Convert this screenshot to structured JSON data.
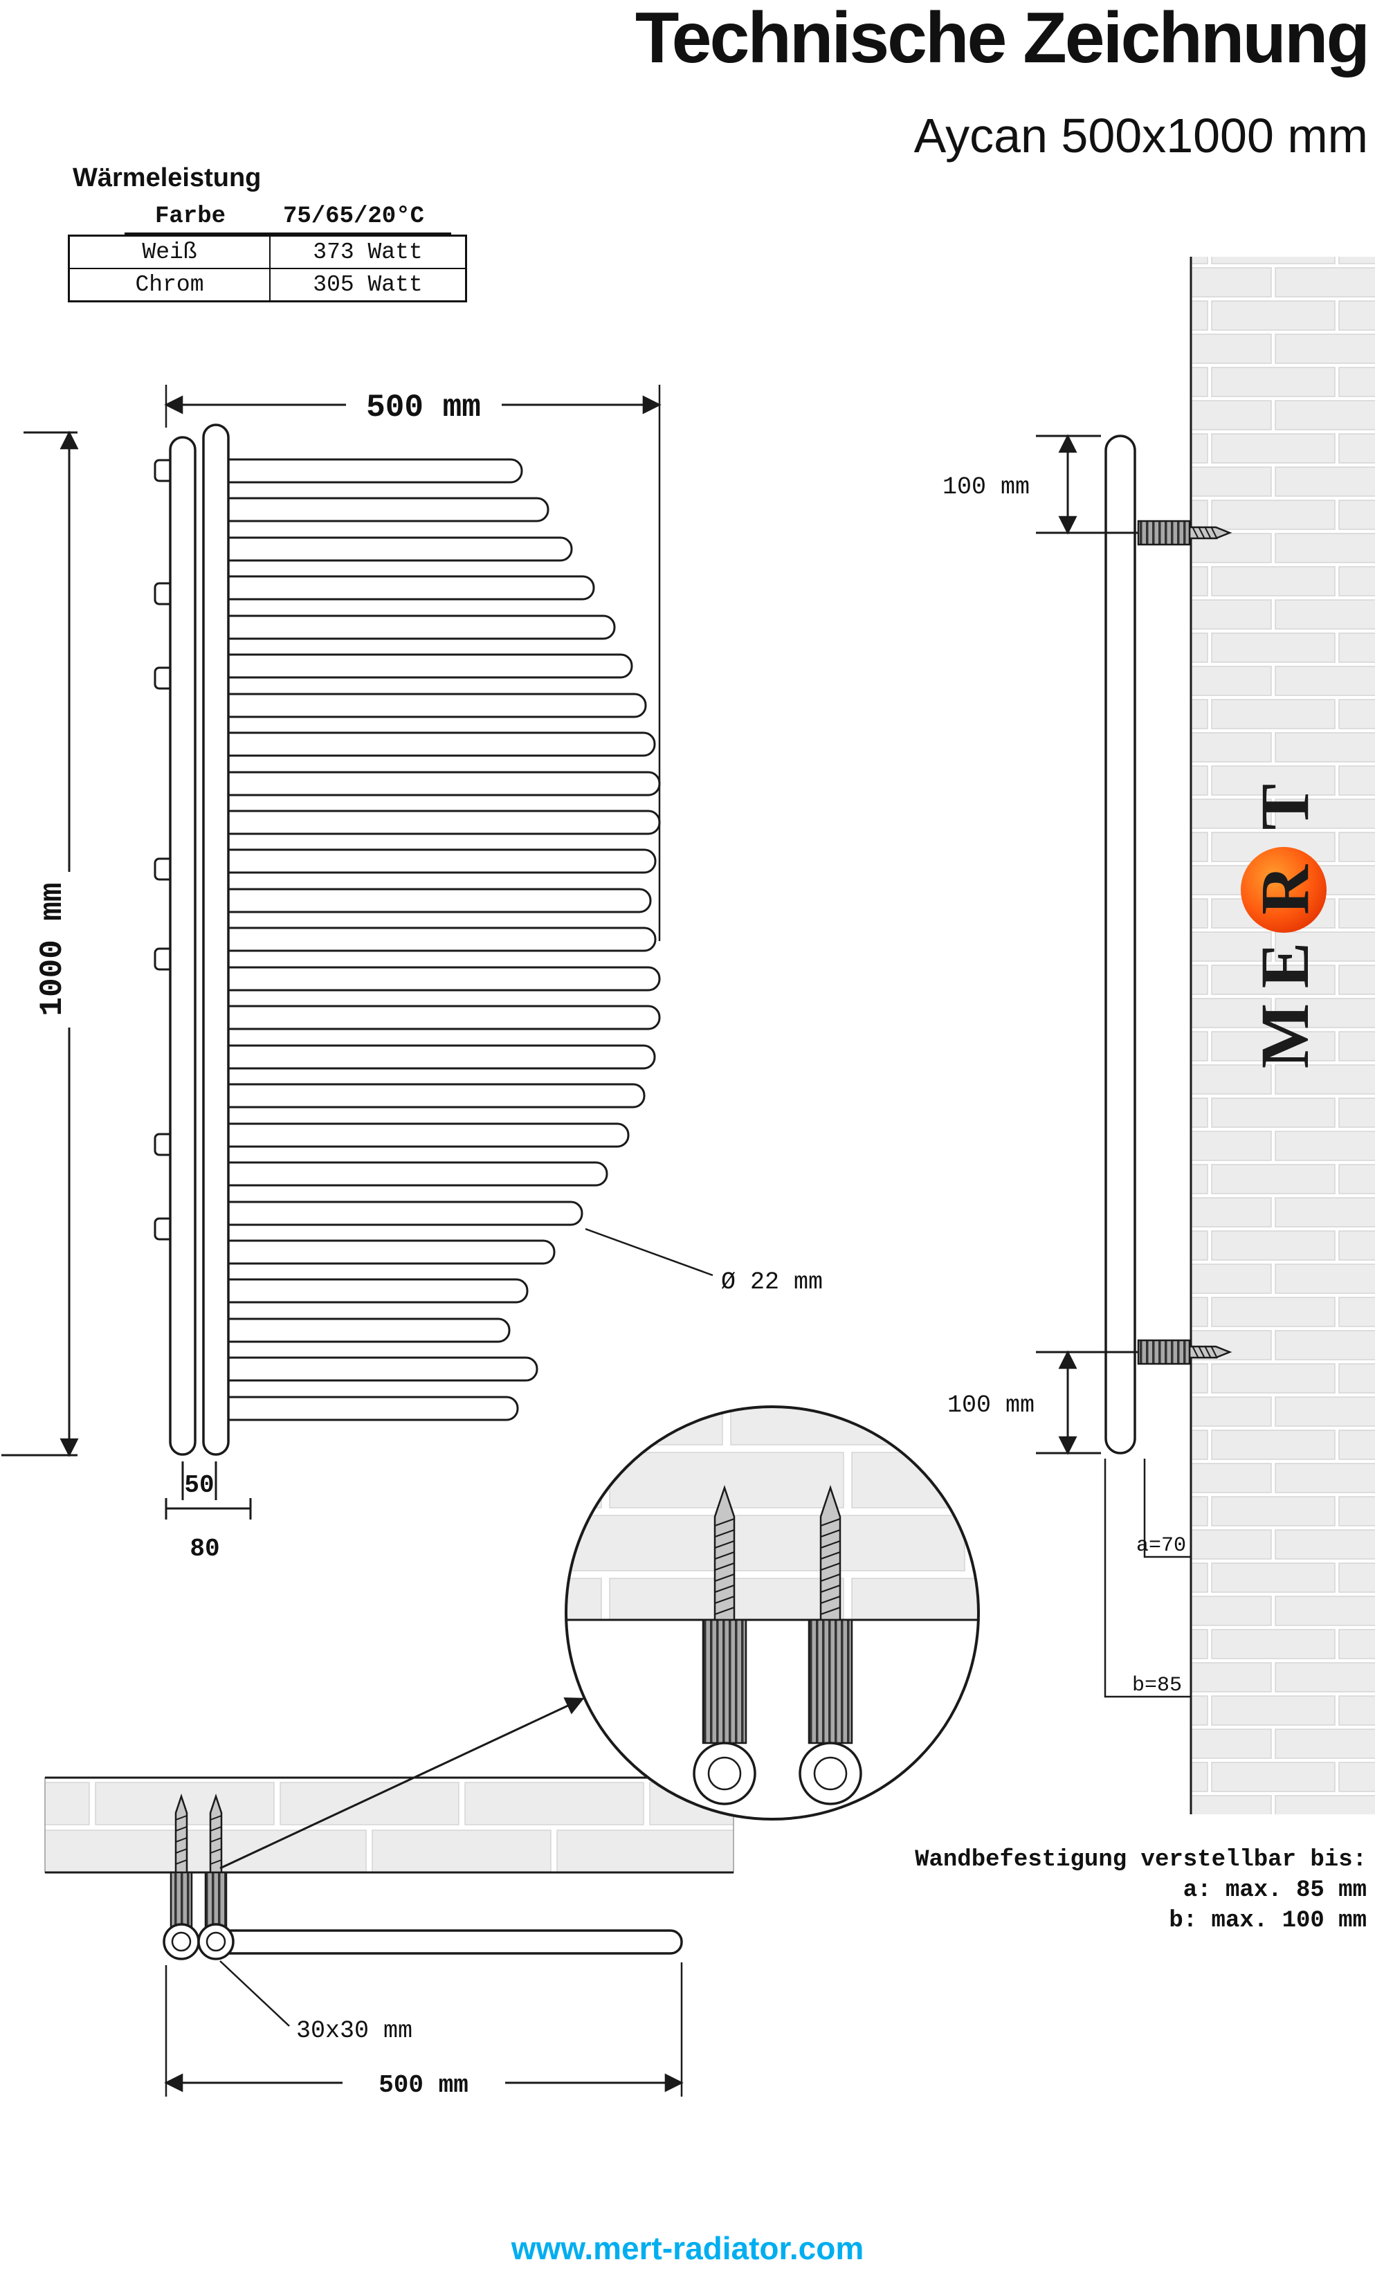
{
  "header": {
    "title": "Technische Zeichnung",
    "subtitle": "Aycan 500x1000 mm"
  },
  "heat_table": {
    "heading": "Wärmeleistung",
    "col_color": "Farbe",
    "col_temp": "75/65/20°C",
    "rows": [
      [
        "Weiß",
        "373 Watt"
      ],
      [
        "Chrom",
        "305 Watt"
      ]
    ]
  },
  "front_view": {
    "width": "500 mm",
    "height": "1000 mm",
    "pitch": "50",
    "depth": "80",
    "tube_diameter": "Ø 22 mm"
  },
  "side_view": {
    "top_offset": "100 mm",
    "bottom_offset": "100 mm",
    "dim_a": "a=70",
    "dim_b": "b=85"
  },
  "logo": {
    "text": "MERT",
    "badge_color": "#f75607"
  },
  "bottom_detail": {
    "bracket": "30x30 mm",
    "width": "500 mm"
  },
  "mounting_note": {
    "line1": "Wandbefestigung verstellbar bis:",
    "line2": "a: max. 85 mm",
    "line3": "b: max. 100 mm"
  },
  "footer": {
    "url": "www.mert-radiator.com",
    "url_color": "#00aeef"
  }
}
